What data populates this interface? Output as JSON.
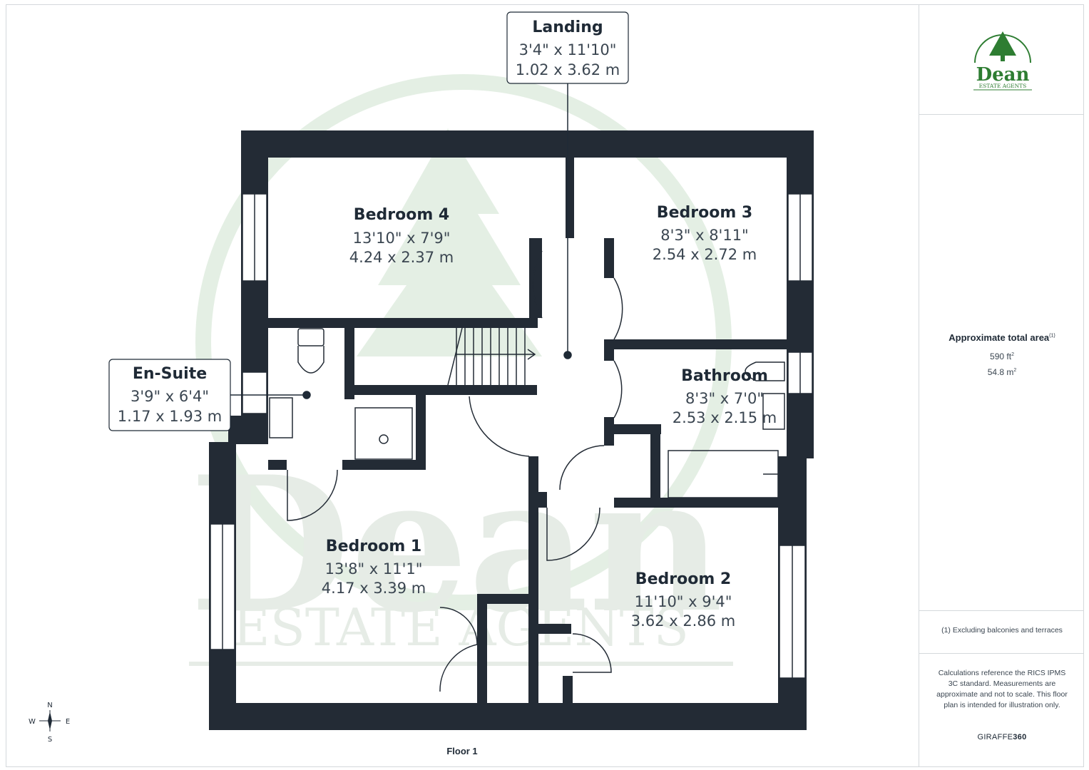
{
  "logo": {
    "name": "Dean",
    "tagline": "ESTATE AGENTS",
    "green": "#2e7d32"
  },
  "watermark": {
    "name": "Dean",
    "tagline": "ESTATE AGENTS",
    "color": "#e3efe3"
  },
  "colors": {
    "wall": "#232b35",
    "text": "#1f2a36",
    "border": "#d4d8dc"
  },
  "rooms": [
    {
      "name": "Bedroom 4",
      "imperial": "13'10\" x 7'9\"",
      "metric": "4.24 x 2.37 m"
    },
    {
      "name": "Bedroom 3",
      "imperial": "8'3\" x 8'11\"",
      "metric": "2.54 x 2.72 m"
    },
    {
      "name": "Bathroom",
      "imperial": "8'3\" x 7'0\"",
      "metric": "2.53 x 2.15 m"
    },
    {
      "name": "Bedroom 1",
      "imperial": "13'8\" x 11'1\"",
      "metric": "4.17 x 3.39 m"
    },
    {
      "name": "Bedroom 2",
      "imperial": "11'10\" x 9'4\"",
      "metric": "3.62 x 2.86 m"
    }
  ],
  "callouts": {
    "landing": {
      "name": "Landing",
      "imperial": "3'4\" x 11'10\"",
      "metric": "1.02 x 3.62 m"
    },
    "ensuite": {
      "name": "En-Suite",
      "imperial": "3'9\" x 6'4\"",
      "metric": "1.17 x 1.93 m"
    }
  },
  "floor_label": "Floor 1",
  "compass": {
    "n": "N",
    "s": "S",
    "e": "E",
    "w": "W",
    "icon": "compass-icon"
  },
  "sidebar": {
    "area_title": "Approximate total area",
    "area_footnote_mark": "(1)",
    "area_ft": "590 ft",
    "area_m": "54.8 m",
    "area_unit_power": "2",
    "footnote": "(1) Excluding balconies and terraces",
    "disclaimer": "Calculations reference the RICS IPMS 3C standard. Measurements are approximate and not to scale. This floor plan is intended for illustration only.",
    "brand_light": "GIRAFFE",
    "brand_bold": "360"
  }
}
